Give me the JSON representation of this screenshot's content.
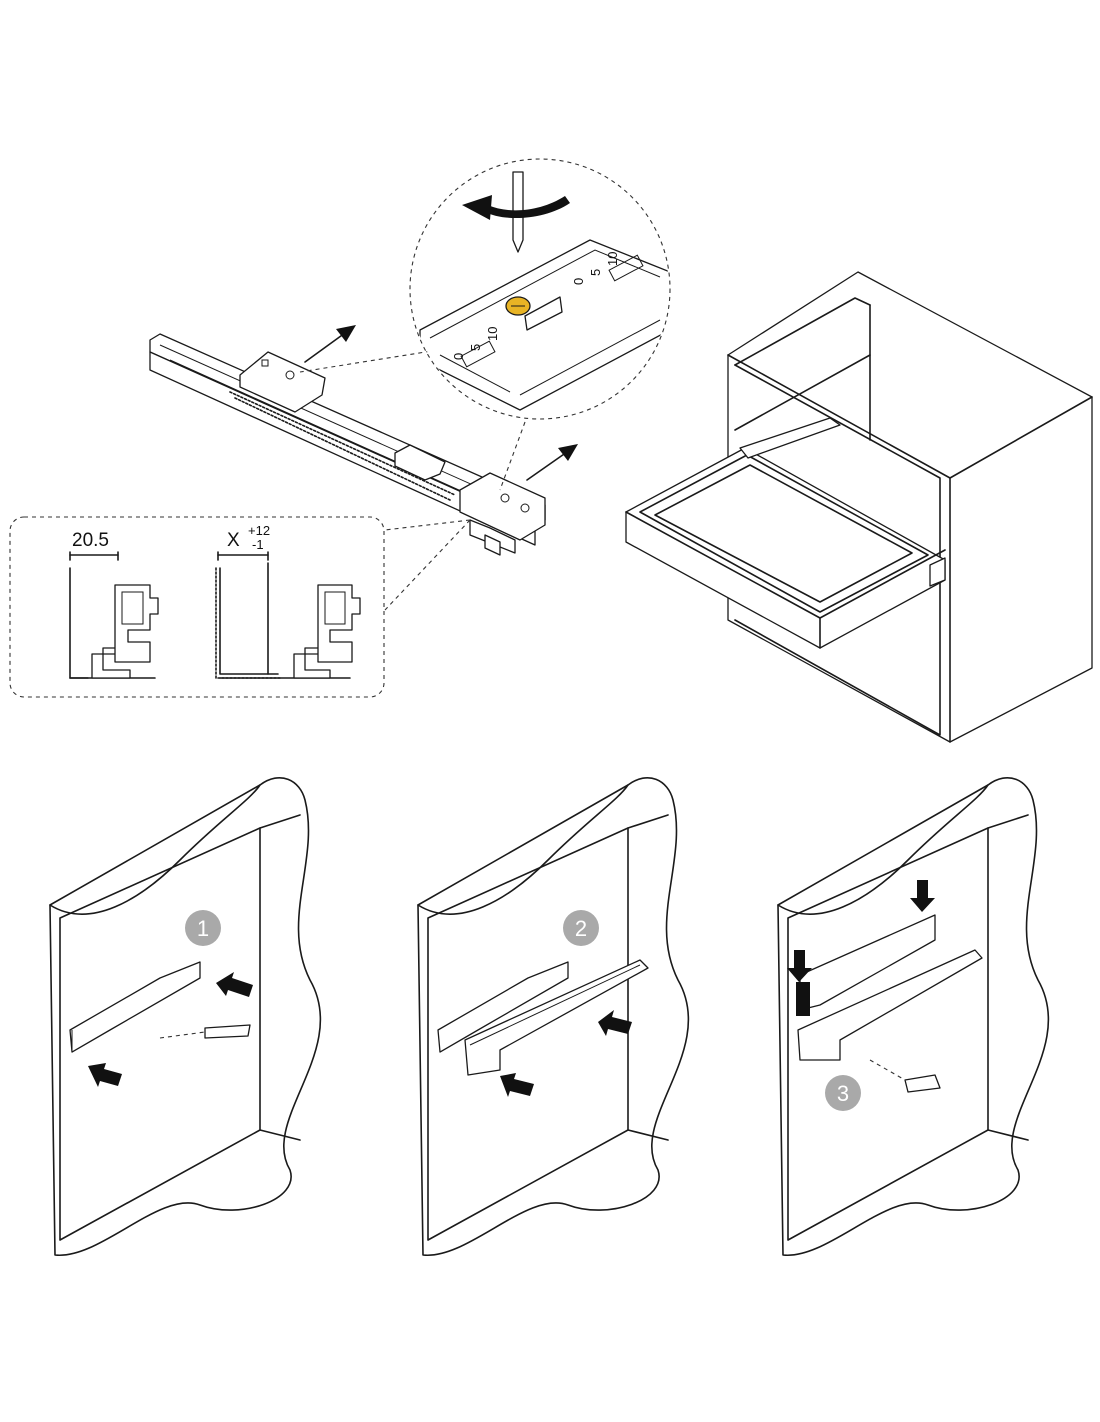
{
  "detail": {
    "dimension_a": "20.5",
    "dimension_b_base": "X",
    "dimension_b_plus": "+12",
    "dimension_b_minus": "-1"
  },
  "adjust_scale": {
    "left_ticks": [
      "0",
      "5",
      "10"
    ],
    "right_ticks": [
      "0",
      "5",
      "10"
    ]
  },
  "steps": [
    "1",
    "2",
    "3"
  ],
  "colors": {
    "adjust_screw": "#e8b425",
    "step_badge": "#a9a9a9",
    "line": "#1a1a1a"
  }
}
